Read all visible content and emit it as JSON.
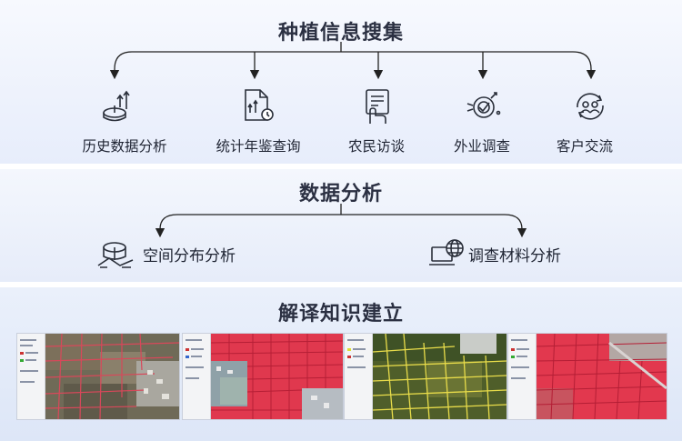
{
  "section1": {
    "title": "种植信息搜集",
    "items": [
      {
        "label": "历史数据分析",
        "icon": "pie-chart-growth-icon"
      },
      {
        "label": "统计年鉴查询",
        "icon": "report-document-icon"
      },
      {
        "label": "农民访谈",
        "icon": "hand-clipboard-icon"
      },
      {
        "label": "外业调查",
        "icon": "target-check-icon"
      },
      {
        "label": "客户交流",
        "icon": "customer-exchange-icon"
      }
    ]
  },
  "section2": {
    "title": "数据分析",
    "items": [
      {
        "label": "空间分布分析",
        "icon": "spatial-analysis-icon"
      },
      {
        "label": "调查材料分析",
        "icon": "laptop-globe-icon"
      }
    ]
  },
  "section3": {
    "title": "解译知识建立",
    "images": [
      {
        "name": "imagery-screenshot-1"
      },
      {
        "name": "imagery-screenshot-2"
      },
      {
        "name": "imagery-screenshot-3"
      },
      {
        "name": "imagery-screenshot-4"
      }
    ]
  },
  "colors": {
    "line": "#222222",
    "highlight_red": "#e8384f",
    "highlight_yellow": "#e6d84a",
    "band_top": "#e7edfb"
  }
}
